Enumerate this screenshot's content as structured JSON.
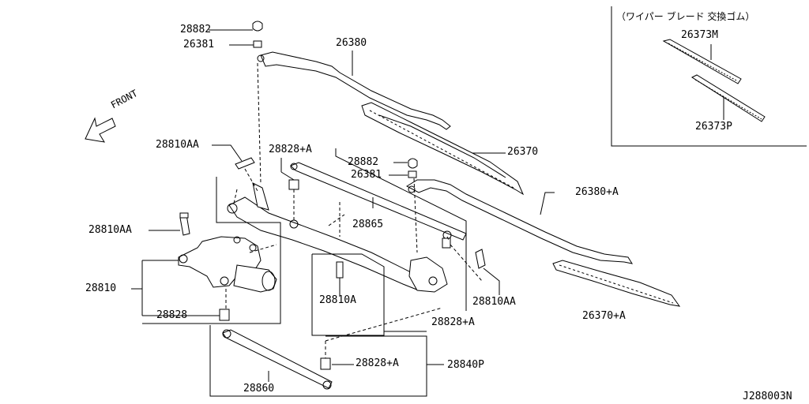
{
  "labels": {
    "p28882_top": "28882",
    "p26381_top": "26381",
    "p26380": "26380",
    "p26370": "26370",
    "p28810aa_top": "28810AA",
    "p28828a_top": "28828+A",
    "p28882_mid": "28882",
    "p26381_mid": "26381",
    "p28865": "28865",
    "p26380a": "26380+A",
    "p28810aa_left": "28810AA",
    "p28810": "28810",
    "p28828": "28828",
    "p28810a": "28810A",
    "p28810aa_right": "28810AA",
    "p28828a_right": "28828+A",
    "p26370a": "26370+A",
    "p28828a_bottom": "28828+A",
    "p28840p": "28840P",
    "p28860": "28860",
    "p26373m": "26373M",
    "p26373p": "26373P"
  },
  "inset": {
    "title": "（ワイパー ブレード 交換ゴム）"
  },
  "front_indicator": "FRONT",
  "diagram_code": "J288003N"
}
